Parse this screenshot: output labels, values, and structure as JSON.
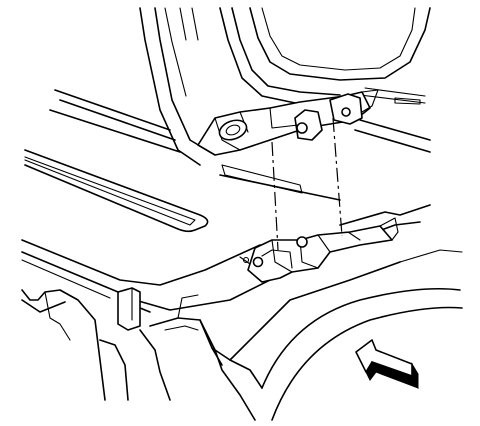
{
  "figure": {
    "parts": [
      {
        "name": "liftgate",
        "icon": "liftgate-panel"
      },
      {
        "name": "hinge-upper",
        "icon": "hinge-bracket"
      },
      {
        "name": "hinge-lower",
        "icon": "hinge-base"
      },
      {
        "name": "roof-panel",
        "icon": "roof-panel"
      },
      {
        "name": "view-arrow",
        "icon": "direction-arrow"
      }
    ],
    "colors": {
      "line": "#000000",
      "background": "#ffffff"
    }
  }
}
